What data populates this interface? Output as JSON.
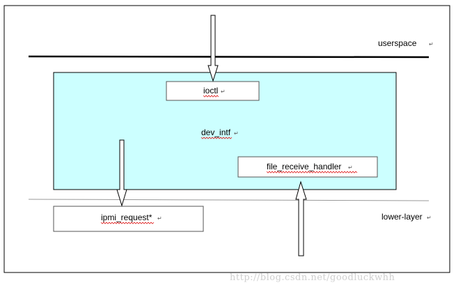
{
  "labels": {
    "userspace": "userspace",
    "ioctl": "ioctl",
    "dev_intf": "dev_intf",
    "file_receive_handler": "file_receive_handler",
    "ipmi_request": "ipmi_request*",
    "lower_layer": "lower-layer"
  },
  "watermark": "http://blog.csdn.net/goodluckwhh",
  "paragraph_mark": "↵",
  "colors": {
    "kernel_box_fill": "#ccffff",
    "line": "#000000",
    "lower_line": "#999999",
    "arrow_fill": "#ffffff"
  }
}
